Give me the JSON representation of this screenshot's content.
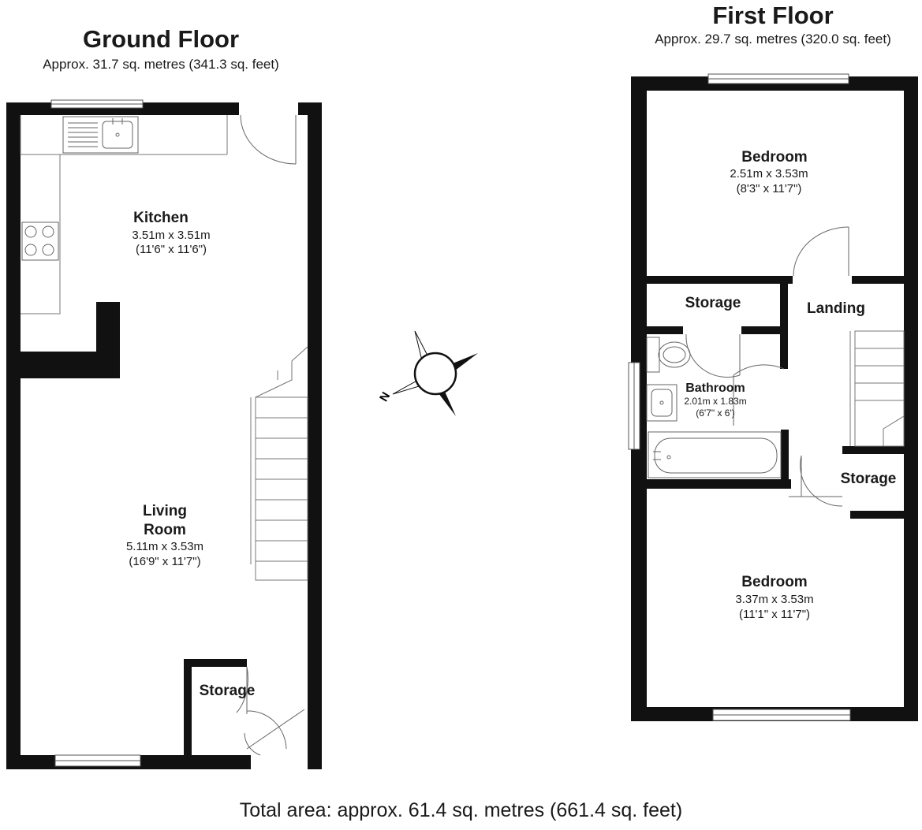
{
  "ground_floor": {
    "title": "Ground Floor",
    "area": "Approx. 31.7 sq. metres (341.3 sq. feet)",
    "rooms": {
      "kitchen": {
        "name": "Kitchen",
        "dim_m": "3.51m x 3.51m",
        "dim_ft": "(11'6\" x 11'6\")"
      },
      "living_room": {
        "name_line1": "Living",
        "name_line2": "Room",
        "dim_m": "5.11m x 3.53m",
        "dim_ft": "(16'9\" x 11'7\")"
      },
      "storage": {
        "name": "Storage"
      }
    }
  },
  "first_floor": {
    "title": "First Floor",
    "area": "Approx. 29.7 sq. metres (320.0 sq. feet)",
    "rooms": {
      "bedroom_top": {
        "name": "Bedroom",
        "dim_m": "2.51m x 3.53m",
        "dim_ft": "(8'3\" x 11'7\")"
      },
      "storage_top": {
        "name": "Storage"
      },
      "landing": {
        "name": "Landing"
      },
      "bathroom": {
        "name": "Bathroom",
        "dim_m": "2.01m x 1.83m",
        "dim_ft": "(6'7\" x 6')"
      },
      "storage_side": {
        "name": "Storage"
      },
      "bedroom_bottom": {
        "name": "Bedroom",
        "dim_m": "3.37m x 3.53m",
        "dim_ft": "(11'1\" x 11'7\")"
      }
    }
  },
  "compass": {
    "north_label": "N"
  },
  "total_area": "Total area: approx. 61.4 sq. metres (661.4 sq. feet)",
  "colors": {
    "wall": "#111111",
    "fixture": "#666666",
    "background": "#ffffff"
  }
}
